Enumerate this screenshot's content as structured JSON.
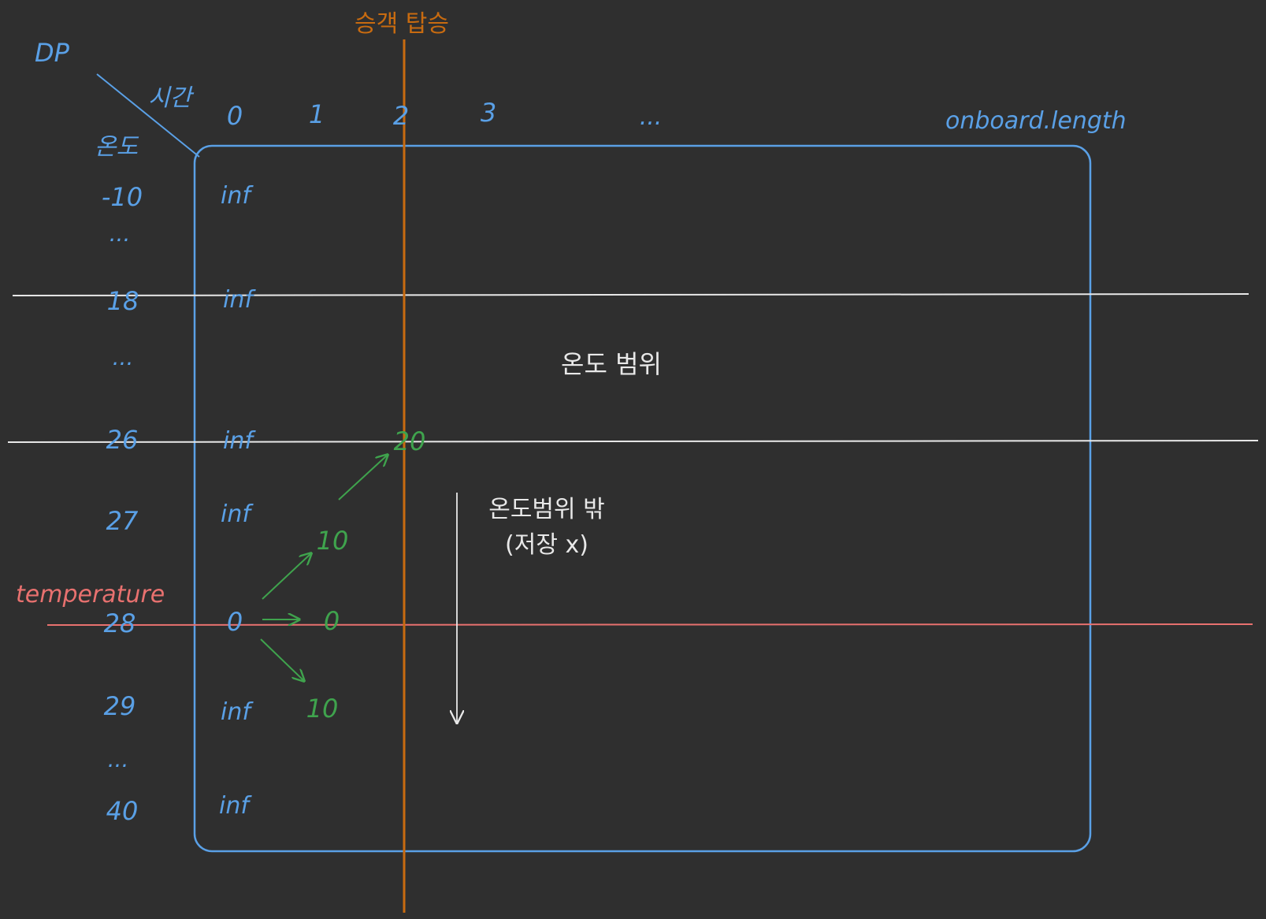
{
  "labels": {
    "dp": "DP",
    "time": "시간",
    "temp_axis": "온도",
    "boarding": "승객 탑승",
    "temp_range": "온도 범위",
    "out_of_range_1": "온도범위 밖",
    "out_of_range_2": "(저장 x)",
    "temperature": "temperature",
    "onboard": "onboard.length"
  },
  "col_headers": [
    "0",
    "1",
    "2",
    "3",
    "..."
  ],
  "row_headers": [
    "-10",
    "...",
    "18",
    "...",
    "26",
    "27",
    "28",
    "29",
    "...",
    "40"
  ],
  "cells": {
    "inf_m10": "inf",
    "inf_18": "inf",
    "inf_26": "inf",
    "inf_27": "inf",
    "zero_28_t0": "0",
    "inf_29": "inf",
    "inf_40": "inf",
    "val_29_t1": "10",
    "val_28_t1": "0",
    "val_27_t1": "10",
    "val_26_t2": "20"
  },
  "colors": {
    "background": "#2f2f2f",
    "blue": "#5aa0e6",
    "green": "#3fa34d",
    "orange": "#c86b10",
    "red": "#e8716f",
    "white": "#e8e8e8"
  }
}
